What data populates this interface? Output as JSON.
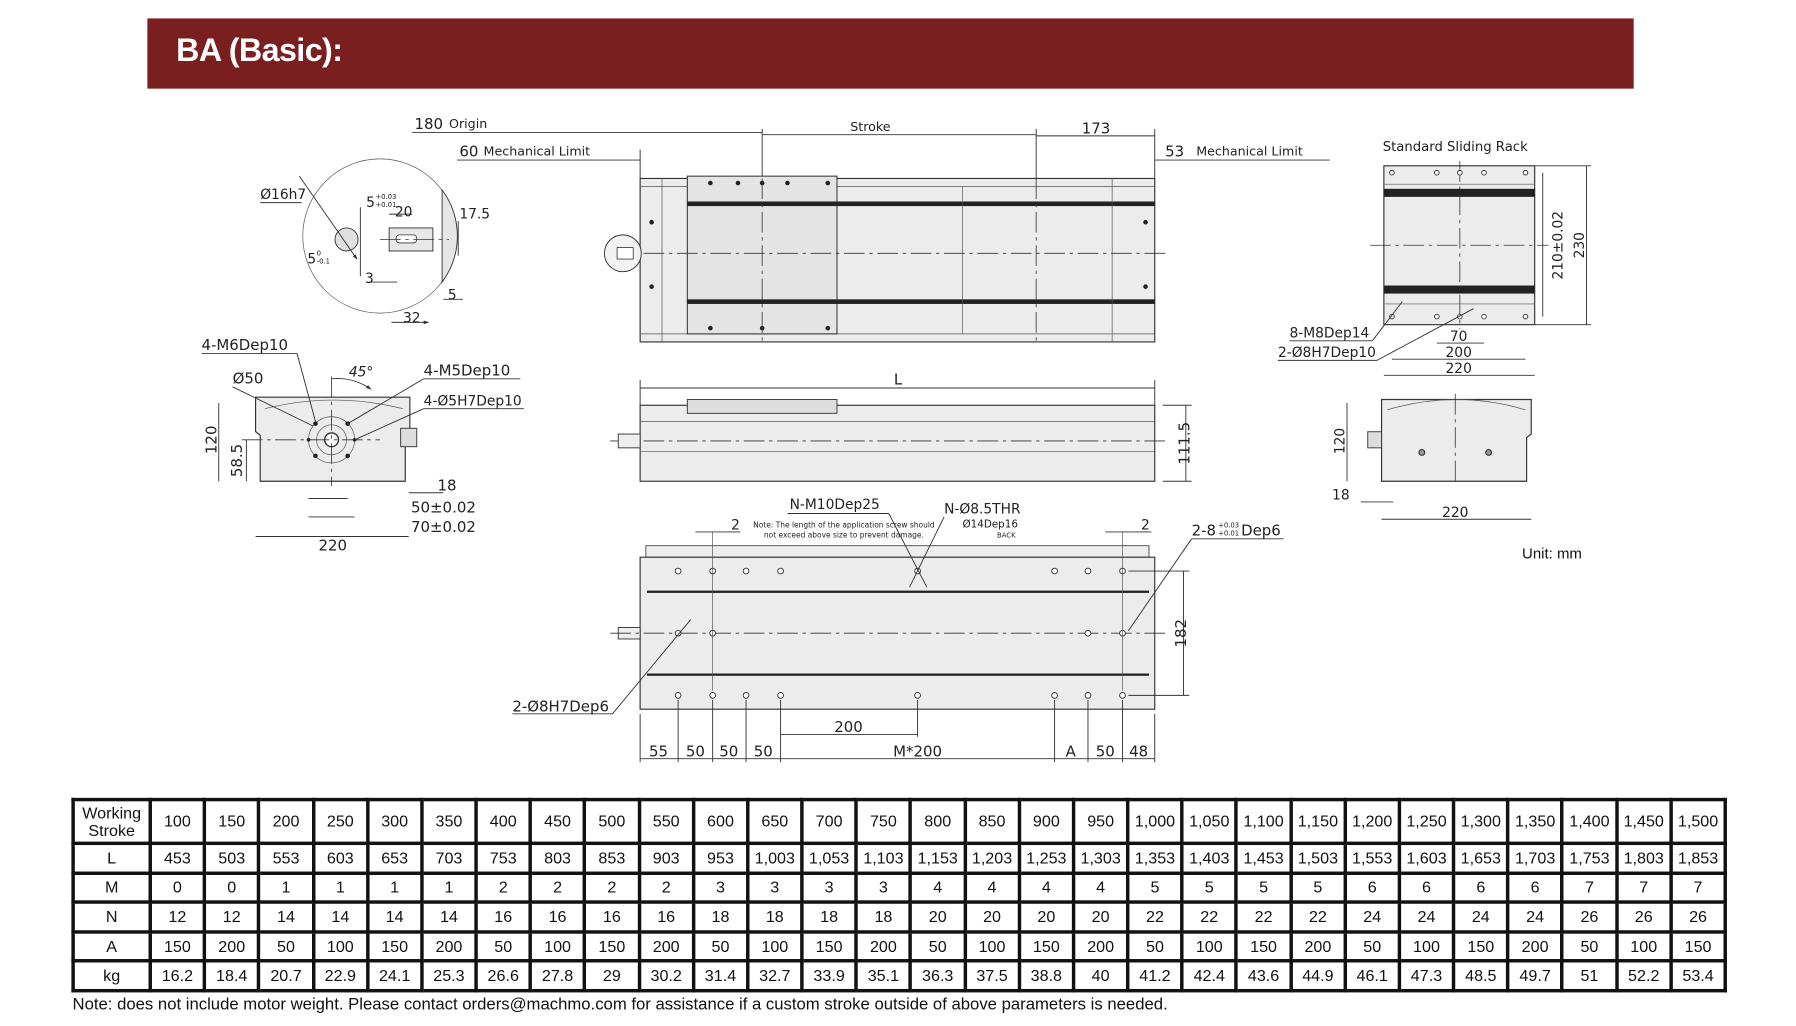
{
  "header": {
    "title": "BA (Basic):",
    "color": "#7a1f1f"
  },
  "labels": {
    "origin_value": "180",
    "origin_label": "Origin",
    "mech_limit_left_value": "60",
    "mech_limit_label": "Mechanical Limit",
    "stroke": "Stroke",
    "right_offset": "173",
    "mech_limit_right_value": "53",
    "length": "L",
    "height_side": "111.5",
    "shaft_dia": "Ø16h7",
    "key_width": "5",
    "key_width_tol_up": "+0.03",
    "key_width_tol_low": "+0.01",
    "key_length": "20",
    "shaft_height": "17.5",
    "key_depth": "5",
    "key_depth_tol_up": "0",
    "key_depth_tol_low": "-0.1",
    "key_offset": "3",
    "flange": "5",
    "shaft_length": "32",
    "m6": "4-M6Dep10",
    "d50": "Ø50",
    "angle": "45°",
    "m5": "4-M5Dep10",
    "d5h7": "4-Ø5H7Dep10",
    "front_height": "120",
    "center_height": "58.5",
    "front_18": "18",
    "pcd50": "50±0.02",
    "pcd70": "70±0.02",
    "front_width": "220",
    "n_m10": "N-M10Dep25",
    "screw_note_1": "Note: The length of the application screw should",
    "screw_note_2": "not exceed above size to prevent damage.",
    "n_d85": "N-Ø8.5THR",
    "cbore": "Ø14Dep16",
    "back": "BACK",
    "gap_left": "2",
    "gap_right": "2",
    "pin_right": "2-8",
    "pin_right_tol_up": "+0.03",
    "pin_right_tol_low": "+0.01",
    "pin_right_dep": "Dep6",
    "pin_left": "2-Ø8H7Dep6",
    "bottom_height": "182",
    "pitch": "200",
    "b55": "55",
    "b50a": "50",
    "b50b": "50",
    "b50c": "50",
    "bm200": "M*200",
    "ba": "A",
    "b50d": "50",
    "b48": "48",
    "rack_title": "Standard Sliding Rack",
    "rack_210": "210±0.02",
    "rack_230": "230",
    "rack_m8": "8-M8Dep14",
    "rack_d8": "2-Ø8H7Dep10",
    "rack_70": "70",
    "rack_200": "200",
    "rack_220": "220",
    "end_120": "120",
    "end_18": "18",
    "end_220": "220",
    "unit": "Unit: mm"
  },
  "table": {
    "rows": [
      {
        "head": "Working Stroke",
        "values": [
          "100",
          "150",
          "200",
          "250",
          "300",
          "350",
          "400",
          "450",
          "500",
          "550",
          "600",
          "650",
          "700",
          "750",
          "800",
          "850",
          "900",
          "950",
          "1,000",
          "1,050",
          "1,100",
          "1,150",
          "1,200",
          "1,250",
          "1,300",
          "1,350",
          "1,400",
          "1,450",
          "1,500"
        ]
      },
      {
        "head": "L",
        "values": [
          "453",
          "503",
          "553",
          "603",
          "653",
          "703",
          "753",
          "803",
          "853",
          "903",
          "953",
          "1,003",
          "1,053",
          "1,103",
          "1,153",
          "1,203",
          "1,253",
          "1,303",
          "1,353",
          "1,403",
          "1,453",
          "1,503",
          "1,553",
          "1,603",
          "1,653",
          "1,703",
          "1,753",
          "1,803",
          "1,853"
        ]
      },
      {
        "head": "M",
        "values": [
          "0",
          "0",
          "1",
          "1",
          "1",
          "1",
          "2",
          "2",
          "2",
          "2",
          "3",
          "3",
          "3",
          "3",
          "4",
          "4",
          "4",
          "4",
          "5",
          "5",
          "5",
          "5",
          "6",
          "6",
          "6",
          "6",
          "7",
          "7",
          "7"
        ]
      },
      {
        "head": "N",
        "values": [
          "12",
          "12",
          "14",
          "14",
          "14",
          "14",
          "16",
          "16",
          "16",
          "16",
          "18",
          "18",
          "18",
          "18",
          "20",
          "20",
          "20",
          "20",
          "22",
          "22",
          "22",
          "22",
          "24",
          "24",
          "24",
          "24",
          "26",
          "26",
          "26"
        ]
      },
      {
        "head": "A",
        "values": [
          "150",
          "200",
          "50",
          "100",
          "150",
          "200",
          "50",
          "100",
          "150",
          "200",
          "50",
          "100",
          "150",
          "200",
          "50",
          "100",
          "150",
          "200",
          "50",
          "100",
          "150",
          "200",
          "50",
          "100",
          "150",
          "200",
          "50",
          "100",
          "150"
        ]
      },
      {
        "head": "kg",
        "values": [
          "16.2",
          "18.4",
          "20.7",
          "22.9",
          "24.1",
          "25.3",
          "26.6",
          "27.8",
          "29",
          "30.2",
          "31.4",
          "32.7",
          "33.9",
          "35.1",
          "36.3",
          "37.5",
          "38.8",
          "40",
          "41.2",
          "42.4",
          "43.6",
          "44.9",
          "46.1",
          "47.3",
          "48.5",
          "49.7",
          "51",
          "52.2",
          "53.4"
        ]
      }
    ]
  },
  "note": "Note: does not include motor weight. Please contact orders@machmo.com for assistance if a custom stroke outside of above parameters is needed."
}
